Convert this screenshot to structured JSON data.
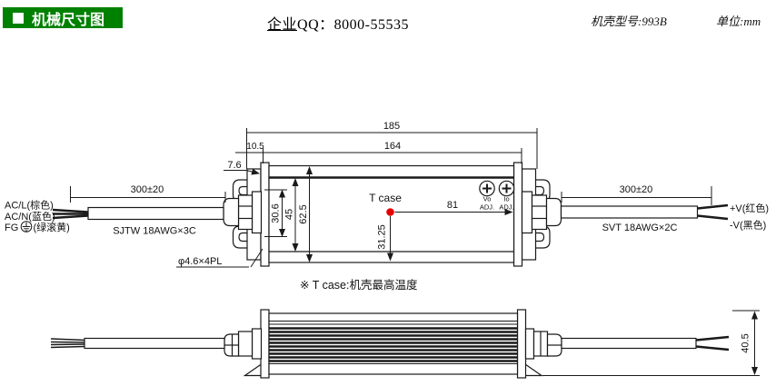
{
  "header": {
    "section_title": "机械尺寸图",
    "qq_prefix": "企业",
    "qq_rest": "QQ：8000-55535",
    "case_model": "机壳型号:993B",
    "unit_label": "单位:mm"
  },
  "colors": {
    "badge_green": "#008000",
    "tcase_dot_red": "#e60000",
    "line_black": "#1a1a1a"
  },
  "top": {
    "dim_overall": "185",
    "dim_body": "164",
    "dim_bracket": "10.5",
    "dim_flange": "7.6",
    "dim_h_outer": "62.5",
    "dim_h_mid": "45",
    "dim_h_inner": "30.6",
    "dim_tcase_x": "81",
    "dim_tcase_y": "31.25",
    "dim_hole": "φ4.6×4PL",
    "dim_wire_in": "300±20",
    "dim_wire_out": "300±20",
    "label_ac_l": "AC/L(棕色)",
    "label_ac_n": "AC/N(蓝色)",
    "label_fg": "FG",
    "label_fg_color": "(绿滚黄)",
    "label_cable_in": "SJTW 18AWG×3C",
    "label_cable_out": "SVT 18AWG×2C",
    "label_v_plus": "+V(红色)",
    "label_v_minus": "-V(黑色)",
    "label_tcase": "T case",
    "label_vo": "Vo",
    "label_vo_adj": "ADJ.",
    "label_io": "Io",
    "label_io_adj": "ADJ."
  },
  "note": "※ T case:机壳最高温度",
  "side": {
    "dim_height": "40.5"
  }
}
